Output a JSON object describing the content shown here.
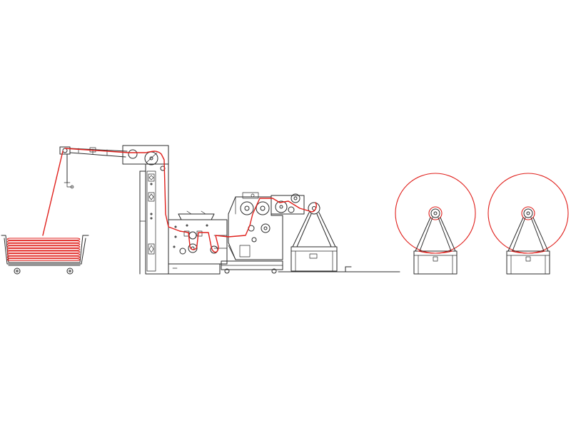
{
  "diagram": {
    "kind": "textile-line-side-elevation",
    "colors": {
      "background": "#ffffff",
      "machine_line": "#2b2b2b",
      "fabric_path": "#e0201c"
    },
    "sections": [
      {
        "id": "feed-trolley",
        "icon": "fabric-trolley"
      },
      {
        "id": "overhead-feed-arm",
        "icon": "guide-arm"
      },
      {
        "id": "j-box-tower",
        "icon": "tower"
      },
      {
        "id": "padder-unit",
        "icon": "padder"
      },
      {
        "id": "calender-unit",
        "icon": "calender"
      },
      {
        "id": "a-frame-stand",
        "icon": "a-frame"
      },
      {
        "id": "winder-1",
        "icon": "batch-roll"
      },
      {
        "id": "winder-2",
        "icon": "batch-roll"
      }
    ]
  }
}
